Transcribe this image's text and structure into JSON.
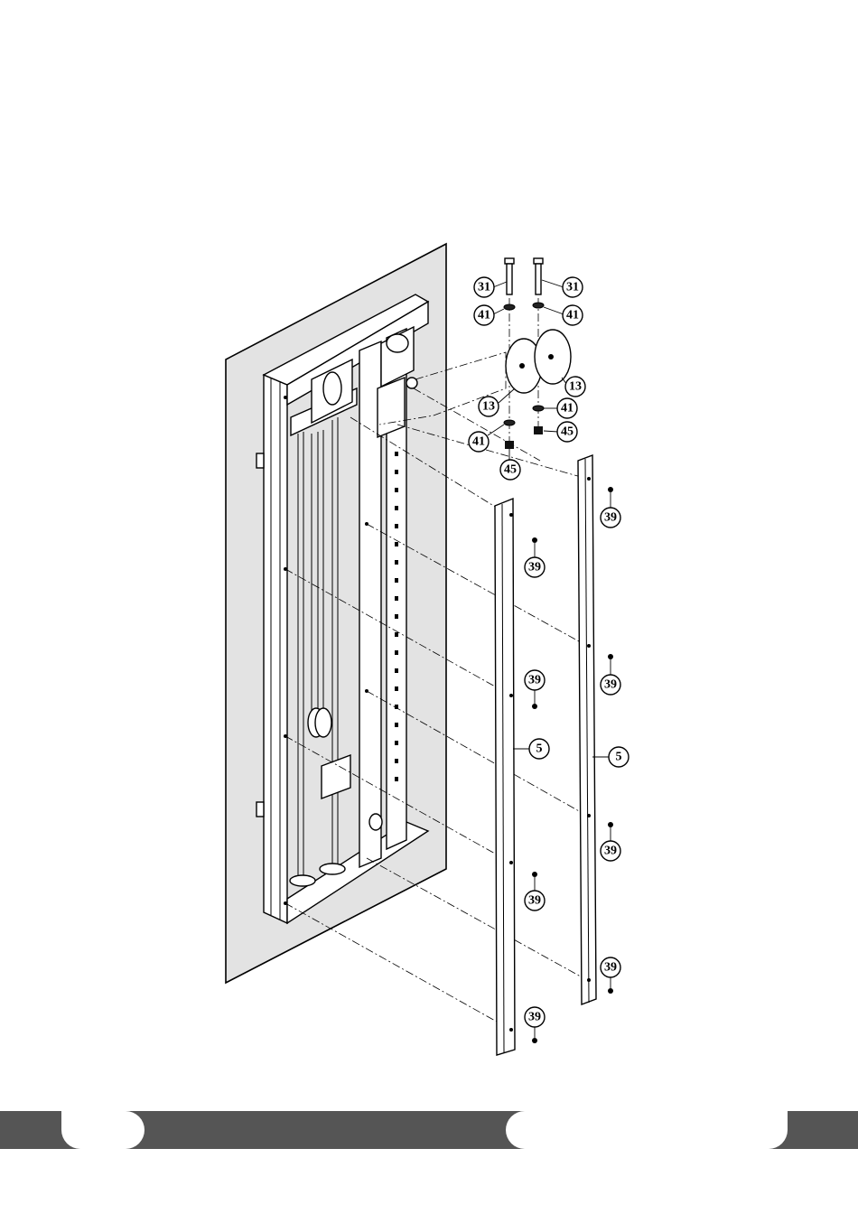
{
  "diagram": {
    "callouts": {
      "bolt_left": "31",
      "bolt_right": "31",
      "washer_top_left": "41",
      "washer_top_right": "41",
      "pulley_left": "13",
      "pulley_right": "13",
      "washer_bottom_right": "41",
      "washer_bottom_left": "41",
      "nut_right": "45",
      "nut_left": "45",
      "screw_r1": "39",
      "screw_l1": "39",
      "screw_r2": "39",
      "screw_l2": "39",
      "screw_r3": "39",
      "screw_l3": "39",
      "screw_r4": "39",
      "screw_l4": "39",
      "cover_left": "5",
      "cover_right": "5"
    }
  },
  "footer": {
    "background_color": "#555555",
    "page_label": "",
    "section_label": ""
  }
}
